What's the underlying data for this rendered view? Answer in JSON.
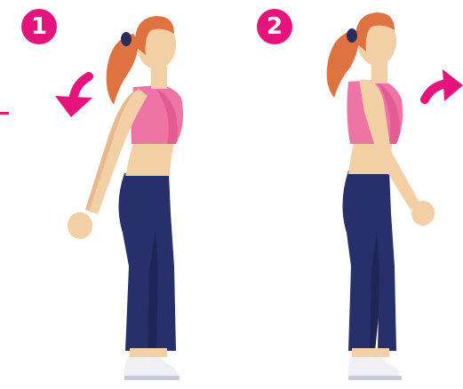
{
  "steps": [
    {
      "number": "1",
      "arrow": "curved-arrow-down-left"
    },
    {
      "number": "2",
      "arrow": "curved-arrow-right"
    }
  ],
  "colors": {
    "accent": "#e5147d",
    "skin": "#f3cfa6",
    "skin_shadow": "#e8b98c",
    "hair": "#de7240",
    "hair_tie": "#2a2d5c",
    "top": "#ee74a6",
    "top_shadow": "#e45a92",
    "leggings": "#27306b",
    "leggings_shade": "#1e2657",
    "shoe": "#eef0f4",
    "shoe_sole": "#c9ccd6"
  }
}
